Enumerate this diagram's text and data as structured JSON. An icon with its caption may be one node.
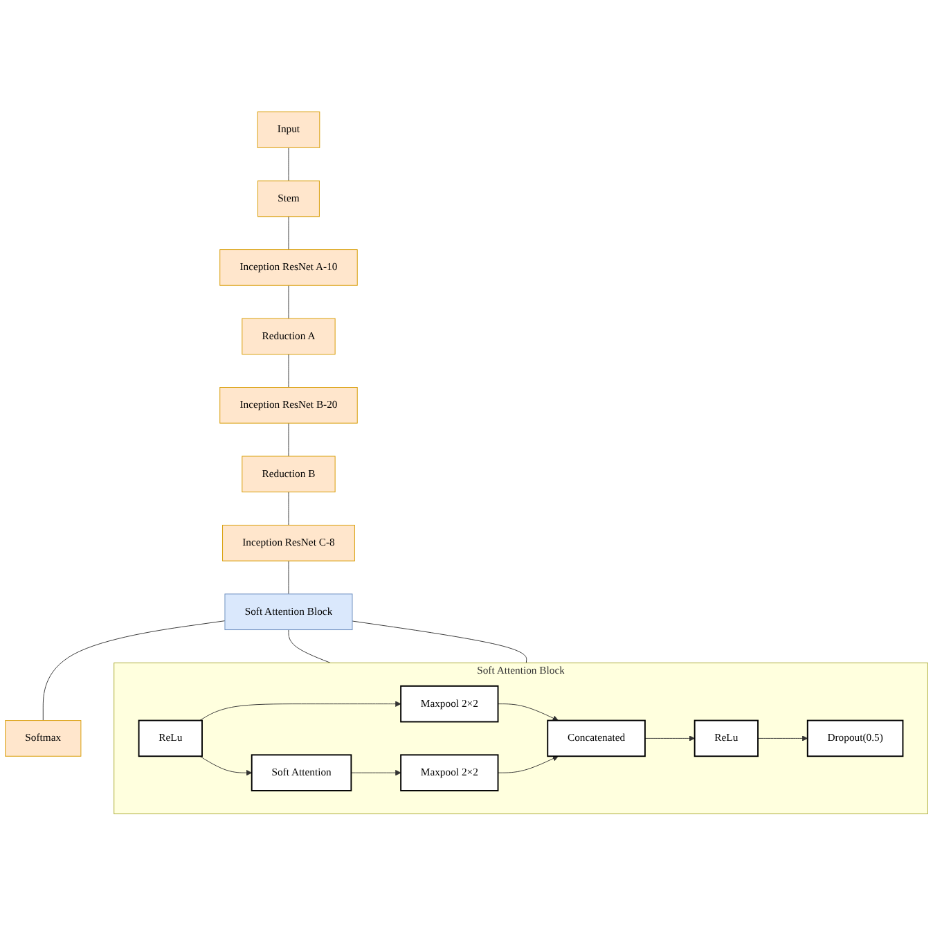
{
  "diagram": {
    "nodes": [
      {
        "text": [
          "Input"
        ]
      },
      {
        "text": [
          "Stem"
        ]
      },
      {
        "text": [
          "Inception ResNet A-10"
        ]
      },
      {
        "text": [
          "Reduction A"
        ]
      },
      {
        "text": [
          "Inception ResNet B-20"
        ]
      },
      {
        "text": [
          "Reduction B"
        ]
      },
      {
        "text": [
          "Inception ResNet C-8"
        ]
      },
      {
        "text": [
          "Soft Attention Block"
        ]
      },
      {
        "text": [
          "Softmax"
        ]
      },
      {
        "text": [
          "Soft Attention Block"
        ]
      },
      {
        "text": [
          "Dropout(0.5)"
        ],
        "in": 9
      },
      {
        "text": [
          "ReLu"
        ],
        "in": 9
      },
      {
        "text": [
          "Concatenated"
        ],
        "in": 9
      },
      {
        "text": [
          "Maxpool 2×2"
        ],
        "in": 9
      },
      {
        "text": [
          "Maxpool 2×2"
        ],
        "in": 9
      },
      {
        "text": [
          "Soft Attention"
        ],
        "in": 9
      },
      {
        "text": [
          "ReLu"
        ],
        "in": 9
      }
    ],
    "edges": [
      {
        "from": 0,
        "to": 1,
        "arrow": "none"
      },
      {
        "from": 1,
        "to": 2,
        "arrow": "none"
      },
      {
        "from": 2,
        "to": 3,
        "arrow": "none"
      },
      {
        "from": 3,
        "to": 4,
        "arrow": "none"
      },
      {
        "from": 4,
        "to": 5,
        "arrow": "none"
      },
      {
        "from": 5,
        "to": 6,
        "arrow": "none"
      },
      {
        "from": 6,
        "to": 7,
        "arrow": "none"
      },
      {
        "from": 7,
        "to": 8,
        "arrow": "none"
      },
      {
        "from": 7,
        "to": 9,
        "arrow": "none"
      },
      {
        "from": 7,
        "to": 9,
        "arrow": "none"
      },
      {
        "from": 16,
        "to": 14,
        "arrow": "to"
      },
      {
        "from": 16,
        "to": 15,
        "arrow": "to"
      },
      {
        "from": 14,
        "to": 12,
        "arrow": "to"
      },
      {
        "from": 15,
        "to": 13,
        "arrow": "to"
      },
      {
        "from": 13,
        "to": 12,
        "arrow": "to"
      },
      {
        "from": 12,
        "to": 11,
        "arrow": "to"
      },
      {
        "from": 11,
        "to": 10,
        "arrow": "to"
      }
    ]
  }
}
